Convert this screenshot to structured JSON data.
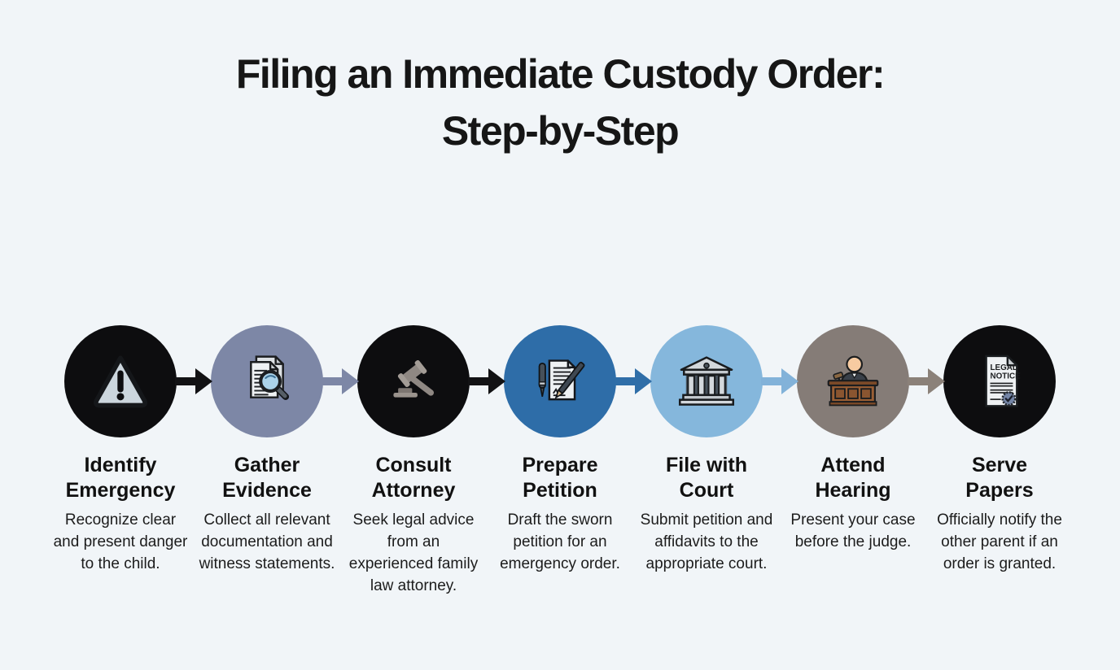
{
  "page": {
    "background_color": "#f1f5f8",
    "title_line1": "Filing an Immediate Custody Order:",
    "title_line2": "Step-by-Step"
  },
  "steps": [
    {
      "title": "Identify Emergency",
      "description": "Recognize clear and present danger to the child.",
      "icon": "warning-triangle-icon",
      "circle_color": "#0d0d0f",
      "arrow_after_color": "#121214"
    },
    {
      "title": "Gather Evidence",
      "description": "Collect all relevant documentation and witness statements.",
      "icon": "documents-magnifier-icon",
      "circle_color": "#7d87a6",
      "arrow_after_color": "#7d87a6"
    },
    {
      "title": "Consult Attorney",
      "description": "Seek legal advice from an experienced family law attorney.",
      "icon": "gavel-icon",
      "circle_color": "#0d0d0f",
      "arrow_after_color": "#121214"
    },
    {
      "title": "Prepare Petition",
      "description": "Draft the sworn petition for an emergency order.",
      "icon": "document-pen-icon",
      "circle_color": "#2e6da8",
      "arrow_after_color": "#2f6ea8"
    },
    {
      "title": "File with Court",
      "description": "Submit petition and affidavits to the appropriate court.",
      "icon": "courthouse-icon",
      "circle_color": "#85b7dc",
      "arrow_after_color": "#82b2d9"
    },
    {
      "title": "Attend Hearing",
      "description": "Present your case before the judge.",
      "icon": "judge-bench-icon",
      "circle_color": "#857c77",
      "arrow_after_color": "#8b8179"
    },
    {
      "title": "Serve Papers",
      "description": "Officially notify the other parent if an order is granted.",
      "icon": "legal-notice-icon",
      "circle_color": "#0d0d0f",
      "legal_notice_line1": "LEGAL",
      "legal_notice_line2": "NOTICE"
    }
  ]
}
